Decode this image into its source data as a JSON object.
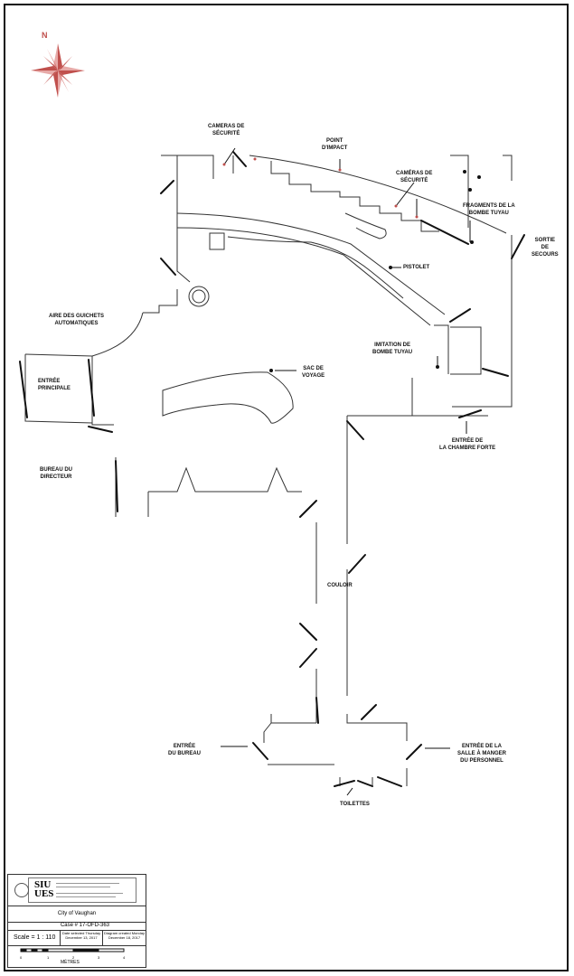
{
  "north_arrow": {
    "label": "N",
    "color": "#c0504d"
  },
  "labels": {
    "cameras_1": "CAMERAS DE\nSÉCURITÉ",
    "point_impact": "POINT\nD'IMPACT",
    "cameras_2": "CAMÉRAS DE\nSÉCURITÉ",
    "fragments": "FRAGMENTS DE LA\nBOMBE TUYAU",
    "sortie": "SORTIE\nDE\nSECOURS",
    "pistolet": "PISTOLET",
    "aire": "AIRE DES GUICHETS\nAUTOMATIQUES",
    "imitation": "IMITATION DE\nBOMBE TUYAU",
    "entree_principale": "ENTRÉE\nPRINCIPALE",
    "sac": "SAC DE\nVOYAGE",
    "chambre_forte": "ENTRÉE DE\nLA CHAMBRE FORTE",
    "bureau_directeur": "BUREAU DU\nDIRECTEUR",
    "couloir": "COULOIR",
    "entree_bureau": "ENTRÉE\nDU BUREAU",
    "salle_manger": "ENTRÉE DE LA\nSALLE À MANGER\nDU PERSONNEL",
    "toilettes": "TOILETTES"
  },
  "title_block": {
    "logo_siu": "SIU",
    "logo_ues": "UES",
    "city": "City of Vaughan",
    "case": "Case # 17-OFD-363",
    "scale": "Scale = 1 : 110",
    "date_selected": "Date selected Thursday\nDecember 13, 2017",
    "diagram_created": "Diagram created Monday\nDecember 18, 2017",
    "ticks": [
      "0",
      "1",
      "2",
      "3",
      "4"
    ],
    "units": "MÈTRES"
  }
}
